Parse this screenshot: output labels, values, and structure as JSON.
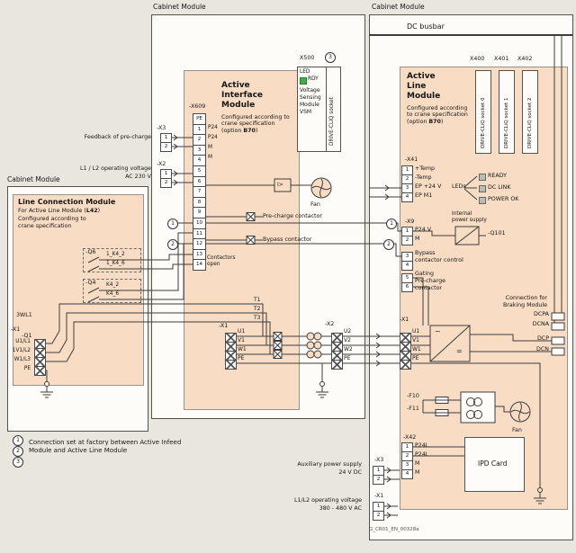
{
  "page": {
    "cabinet_module": "Cabinet Module",
    "dc_busbar": "DC busbar",
    "drawing_id": "G_CR01_EN_00328a"
  },
  "legend": {
    "marks": [
      "1",
      "2",
      "3"
    ],
    "line1": "Connection set at factory between Active Infeed",
    "line2": "Module and Active Line Module"
  },
  "lcm": {
    "title": "Line Connection Module",
    "sub1a": "For Active Line Module (",
    "sub1b": "L42",
    "sub1c": ")",
    "sub2": "Configured according to",
    "sub3": "crane specification",
    "q6": "-Q6",
    "q4": "-Q4",
    "contacts_q6": [
      "1_K4_2",
      "1_K4_6"
    ],
    "contacts_q4": [
      "K4_2",
      "K4_6"
    ],
    "breaker": "3WL1",
    "x1": "-X1",
    "q1": "-Q1",
    "phases": [
      "U1/L1",
      "1V1/L2",
      "W1/L3",
      "PE"
    ]
  },
  "aim": {
    "title1": "Active",
    "title2": "Interface",
    "title3": "Module",
    "config_pre": "Configured according to crane specification (option ",
    "config_bold": "B70",
    "config_post": ")",
    "led": "LED",
    "rdy": "RDY",
    "vsm": [
      "Voltage",
      "Sensing",
      "Module",
      "VSM"
    ],
    "driveclq": "DRIVE-CLiQ socket",
    "x500": "X500",
    "x609": "-X609",
    "x609_pins": [
      "PE",
      "1",
      "2",
      "3",
      "4",
      "5",
      "6",
      "7",
      "8",
      "9",
      "10",
      "11",
      "12",
      "13",
      "14"
    ],
    "pin_labels": [
      "P24",
      "P24",
      "M",
      "M"
    ],
    "contactors_open1": "Contactors",
    "contactors_open2": "open",
    "precharge": "Pre-charge contactor",
    "bypass": "Bypass contactor",
    "fan": "Fan",
    "overcurrent": "I>",
    "x3": "-X3",
    "x3_pins": [
      "1",
      "2"
    ],
    "feedback": "Feedback of pre-charge",
    "x2l": "-X2",
    "x2l_pins": [
      "1",
      "2"
    ],
    "acv1": "L1 / L2 operating voltage",
    "acv2": "AC 230 V",
    "t": [
      "T1",
      "T2",
      "T3"
    ],
    "x1": "-X1",
    "x1_labels": [
      "U1",
      "V1",
      "W1",
      "PE"
    ],
    "x2": "-X2",
    "x2_labels": [
      "U2",
      "V2",
      "W2",
      "PE"
    ]
  },
  "alm": {
    "title1": "Active",
    "title2": "Line",
    "title3": "Module",
    "config_pre": "Configured according to crane specification (option ",
    "config_bold": "B70",
    "config_post": ")",
    "x400": "X400",
    "x401": "X401",
    "x402": "X402",
    "sockets": [
      "DRIVE-CLiQ socket 0",
      "DRIVE-CLiQ socket 1",
      "DRIVE-CLiQ socket 2"
    ],
    "x41": "-X41",
    "x41_pins": [
      "1",
      "2",
      "3",
      "4"
    ],
    "x41_labels": [
      "+Temp",
      "-Temp",
      "EP +24 V",
      "EP M1"
    ],
    "leds_label": "LEDs",
    "leds": [
      "READY",
      "DC LINK",
      "POWER OK"
    ],
    "int_ps1": "Internal",
    "int_ps2": "power supply",
    "q101": "-Q101",
    "x9": "-X9",
    "x9_pins": [
      "1",
      "2",
      "3",
      "4",
      "5",
      "6"
    ],
    "p24v": "P24 V",
    "m": "M",
    "bypass1": "Bypass",
    "bypass2": "contactor control",
    "gating": "Gating",
    "precharge1": "Pre-charge",
    "precharge2": "contactor",
    "x1m": "-X1",
    "x1m_labels": [
      "U1",
      "V1",
      "W1",
      "PE"
    ],
    "braking1": "Connection for",
    "braking2": "Braking Module",
    "dc_terms": [
      "DCPA",
      "DCNA",
      "DCP",
      "DCN"
    ],
    "conv_ac": "~",
    "conv_dc": "=",
    "f10": "-F10",
    "f11": "-F11",
    "fan": "Fan",
    "x42": "-X42",
    "x42_pins": [
      "1",
      "2",
      "3",
      "4"
    ],
    "x42_labels": [
      "P24L",
      "P24L",
      "M",
      "M"
    ],
    "ipd": "IPD Card",
    "x3b": "-X3",
    "x3b_pins": [
      "1",
      "2"
    ],
    "aux1": "Auxiliary power supply",
    "aux2": "24 V DC",
    "x1b": "-X1",
    "x1b_pins": [
      "1",
      "2"
    ],
    "mains1": "L1/L2 operating voltage",
    "mains2": "380 - 480 V AC"
  },
  "colors": {
    "module_fill": "#f8dcc3",
    "led_green": "#3fae49"
  }
}
